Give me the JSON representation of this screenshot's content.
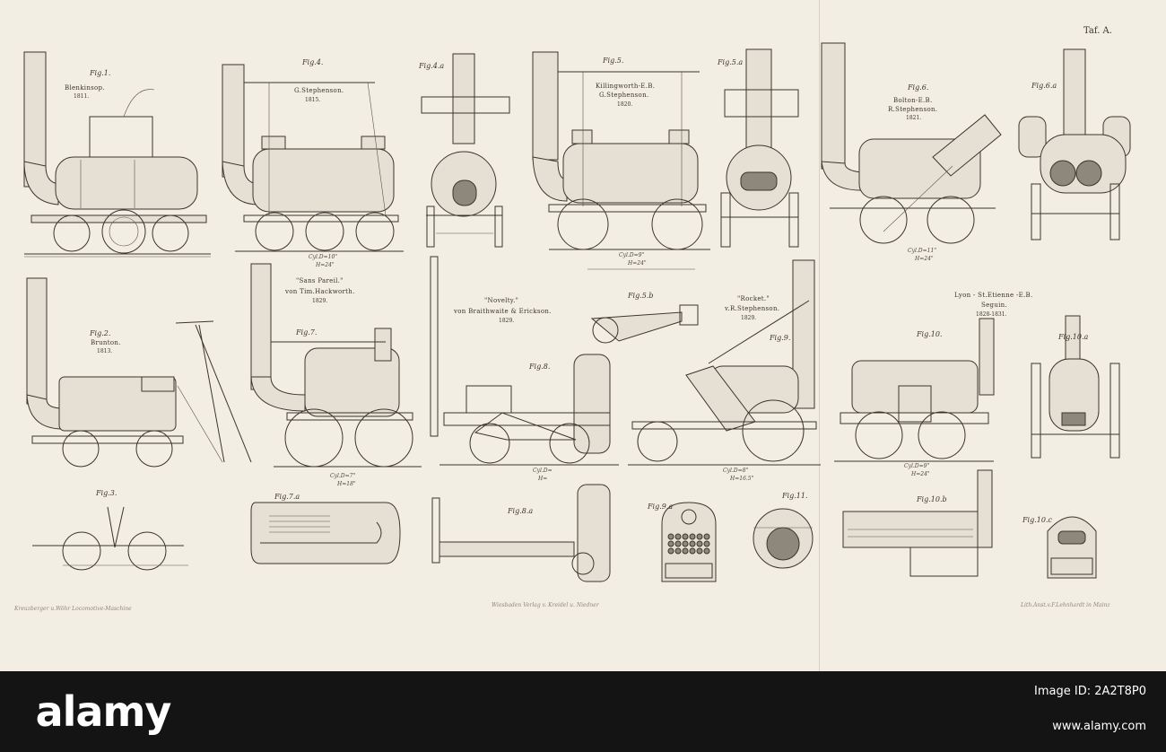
{
  "plate": {
    "plate_number": "Taf. A.",
    "imprint_left": "Kreuzberger u.Wöhr Locomotive-Maschine",
    "imprint_center": "Wiesbaden Verlag v. Kreidel u. Niedner",
    "imprint_right": "Lith.Anst.v.F.Lehnhardt in Mainz"
  },
  "figures": [
    {
      "id": "fig1",
      "label": "Fig.1.",
      "name": "Blenkinsop.",
      "year": "1811."
    },
    {
      "id": "fig4",
      "label": "Fig.4.",
      "name": "G.Stephenson.",
      "year": "1815.",
      "dim1": "Cyl.D=10\"",
      "dim2": "H=24\""
    },
    {
      "id": "fig4a",
      "label": "Fig.4.a"
    },
    {
      "id": "fig5",
      "label": "Fig.5.",
      "name": "Killingworth-E.B.",
      "name2": "G.Stephenson.",
      "year": "1820.",
      "dim1": "Cyl.D=9\"",
      "dim2": "H=24\""
    },
    {
      "id": "fig5a",
      "label": "Fig.5.a"
    },
    {
      "id": "fig6",
      "label": "Fig.6.",
      "name": "Bolton-E.B.",
      "name2": "R.Stephenson.",
      "year": "1821.",
      "dim1": "Cyl.D=11\"",
      "dim2": "H=24\""
    },
    {
      "id": "fig6a",
      "label": "Fig.6.a"
    },
    {
      "id": "fig2",
      "label": "Fig.2.",
      "name": "Brunton.",
      "year": "1813."
    },
    {
      "id": "fig7",
      "label": "Fig.7.",
      "name": "\"Sans Pareil.\"",
      "name2": "von Tim.Hackworth.",
      "year": "1829.",
      "dim1": "Cyl.D=7\"",
      "dim2": "H=18\""
    },
    {
      "id": "fig8",
      "label": "Fig.8.",
      "name": "\"Novelty.\"",
      "name2": "von Braithwaite & Erickson.",
      "year": "1829.",
      "dim1": "Cyl.D=",
      "dim2": "H="
    },
    {
      "id": "fig5b",
      "label": "Fig.5.b"
    },
    {
      "id": "fig9",
      "label": "Fig.9.",
      "name": "\"Rocket.\"",
      "name2": "v.R.Stephenson.",
      "year": "1829.",
      "dim1": "Cyl.D=8\"",
      "dim2": "H=16.5\""
    },
    {
      "id": "fig10",
      "label": "Fig.10.",
      "name": "Lyon - St.Etienne -E.B.",
      "name2": "Seguin.",
      "year": "1828-1831.",
      "dim1": "Cyl.D=9\"",
      "dim2": "H=24\""
    },
    {
      "id": "fig10a",
      "label": "Fig.10.a"
    },
    {
      "id": "fig3",
      "label": "Fig.3."
    },
    {
      "id": "fig7a",
      "label": "Fig.7.a"
    },
    {
      "id": "fig8a",
      "label": "Fig.8.a"
    },
    {
      "id": "fig9a",
      "label": "Fig.9.a"
    },
    {
      "id": "fig11",
      "label": "Fig.11."
    },
    {
      "id": "fig10b",
      "label": "Fig.10.b"
    },
    {
      "id": "fig10c",
      "label": "Fig.10.c"
    }
  ],
  "watermark": {
    "logo": "alamy",
    "image_id": "Image ID: 2A2T8P0",
    "site": "www.alamy.com"
  }
}
